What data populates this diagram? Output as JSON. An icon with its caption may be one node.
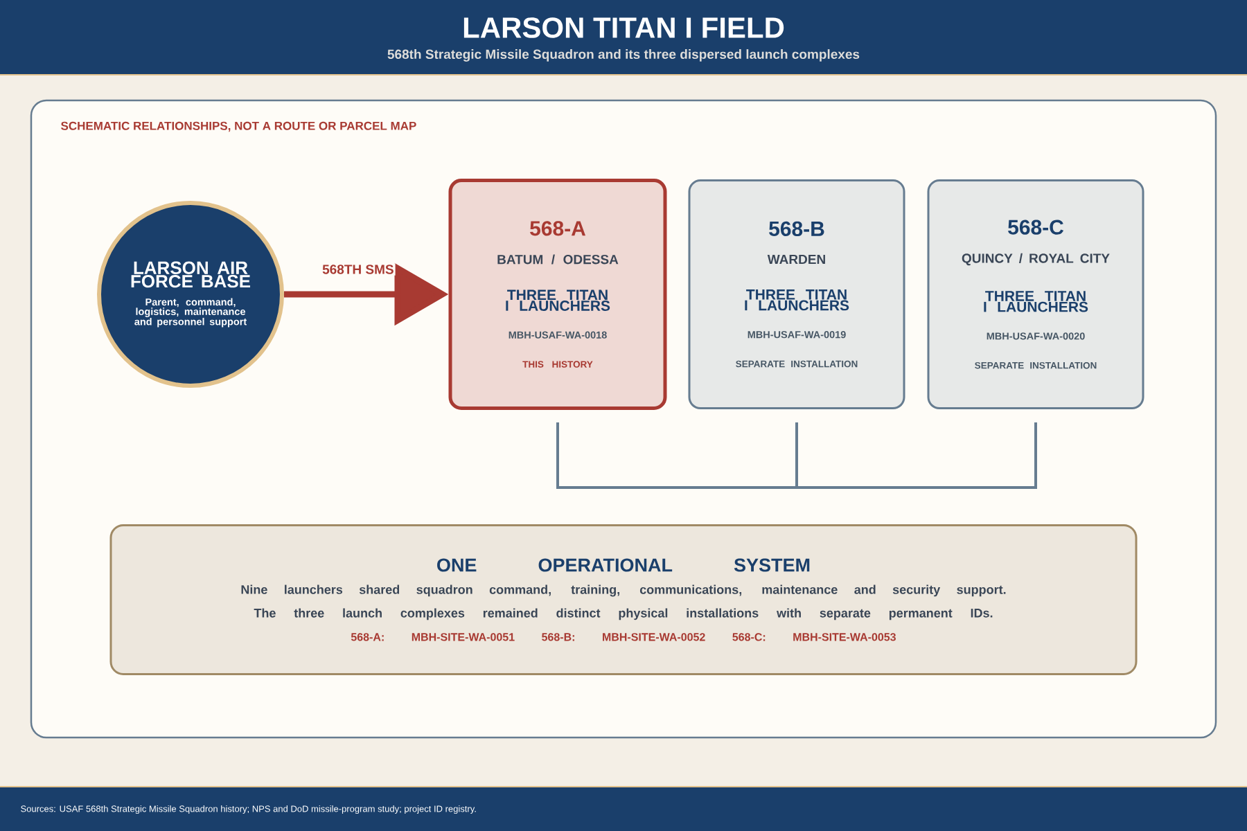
{
  "diagram": {
    "title": "LARSON TITAN I FIELD",
    "nodes": [
      {
        "text": [
          "LARSON AIR FORCE BASE",
          "Parent, command, logistics, maintenance and personnel support"
        ]
      },
      {
        "text": [
          "568-A",
          "BATUM / ODESSA",
          "THREE TITAN I LAUNCHERS",
          "MBH-USAF-WA-0018",
          "THIS HISTORY"
        ]
      },
      {
        "text": [
          "568-B",
          "WARDEN",
          "THREE TITAN I LAUNCHERS",
          "MBH-USAF-WA-0019",
          "SEPARATE INSTALLATION"
        ]
      },
      {
        "text": [
          "568-C",
          "QUINCY / ROYAL CITY",
          "THREE TITAN I LAUNCHERS",
          "MBH-USAF-WA-0020",
          "SEPARATE INSTALLATION"
        ]
      },
      {
        "text": [
          "ONE OPERATIONAL SYSTEM",
          "Nine launchers shared squadron command, training, communications, maintenance and security support.",
          "The three launch complexes remained distinct physical installations with separate permanent IDs.",
          "568-A: MBH-SITE-WA-0051 568-B: MBH-SITE-WA-0052 568-C: MBH-SITE-WA-0053"
        ]
      }
    ],
    "edges": [
      {
        "from": 0,
        "to": 1,
        "arrow": "to",
        "label": "568TH SMS"
      }
    ],
    "labels": [
      "568th Strategic Missile Squadron and its three dispersed launch complexes",
      "SCHEMATIC RELATIONSHIPS, NOT A ROUTE OR PARCEL MAP",
      "Sources: USAF 568th Strategic Missile Squadron history; NPS and DoD missile-program study; project ID registry."
    ]
  }
}
